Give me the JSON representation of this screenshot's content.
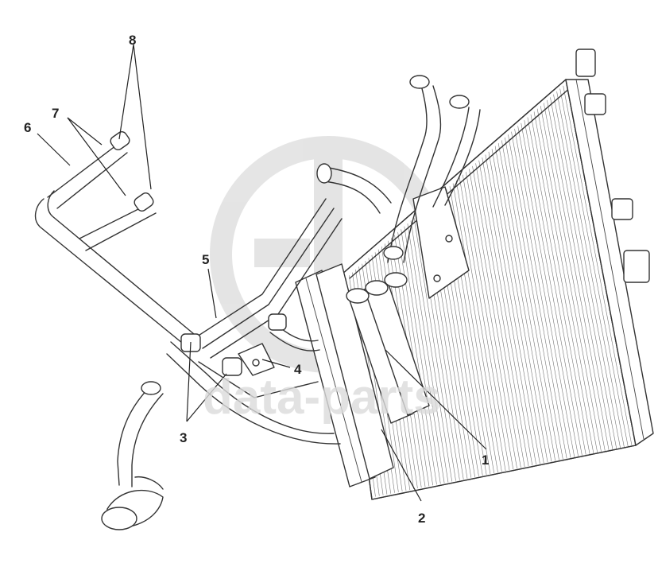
{
  "watermark": {
    "text": "data-parts",
    "color": "#d9d9d9"
  },
  "callouts": [
    {
      "id": "1",
      "label": "1"
    },
    {
      "id": "2",
      "label": "2"
    },
    {
      "id": "3",
      "label": "3"
    },
    {
      "id": "4",
      "label": "4"
    },
    {
      "id": "5",
      "label": "5"
    },
    {
      "id": "6",
      "label": "6"
    },
    {
      "id": "7",
      "label": "7"
    },
    {
      "id": "8",
      "label": "8"
    }
  ],
  "colors": {
    "line": "#333333",
    "background": "#ffffff",
    "label": "#222222"
  }
}
